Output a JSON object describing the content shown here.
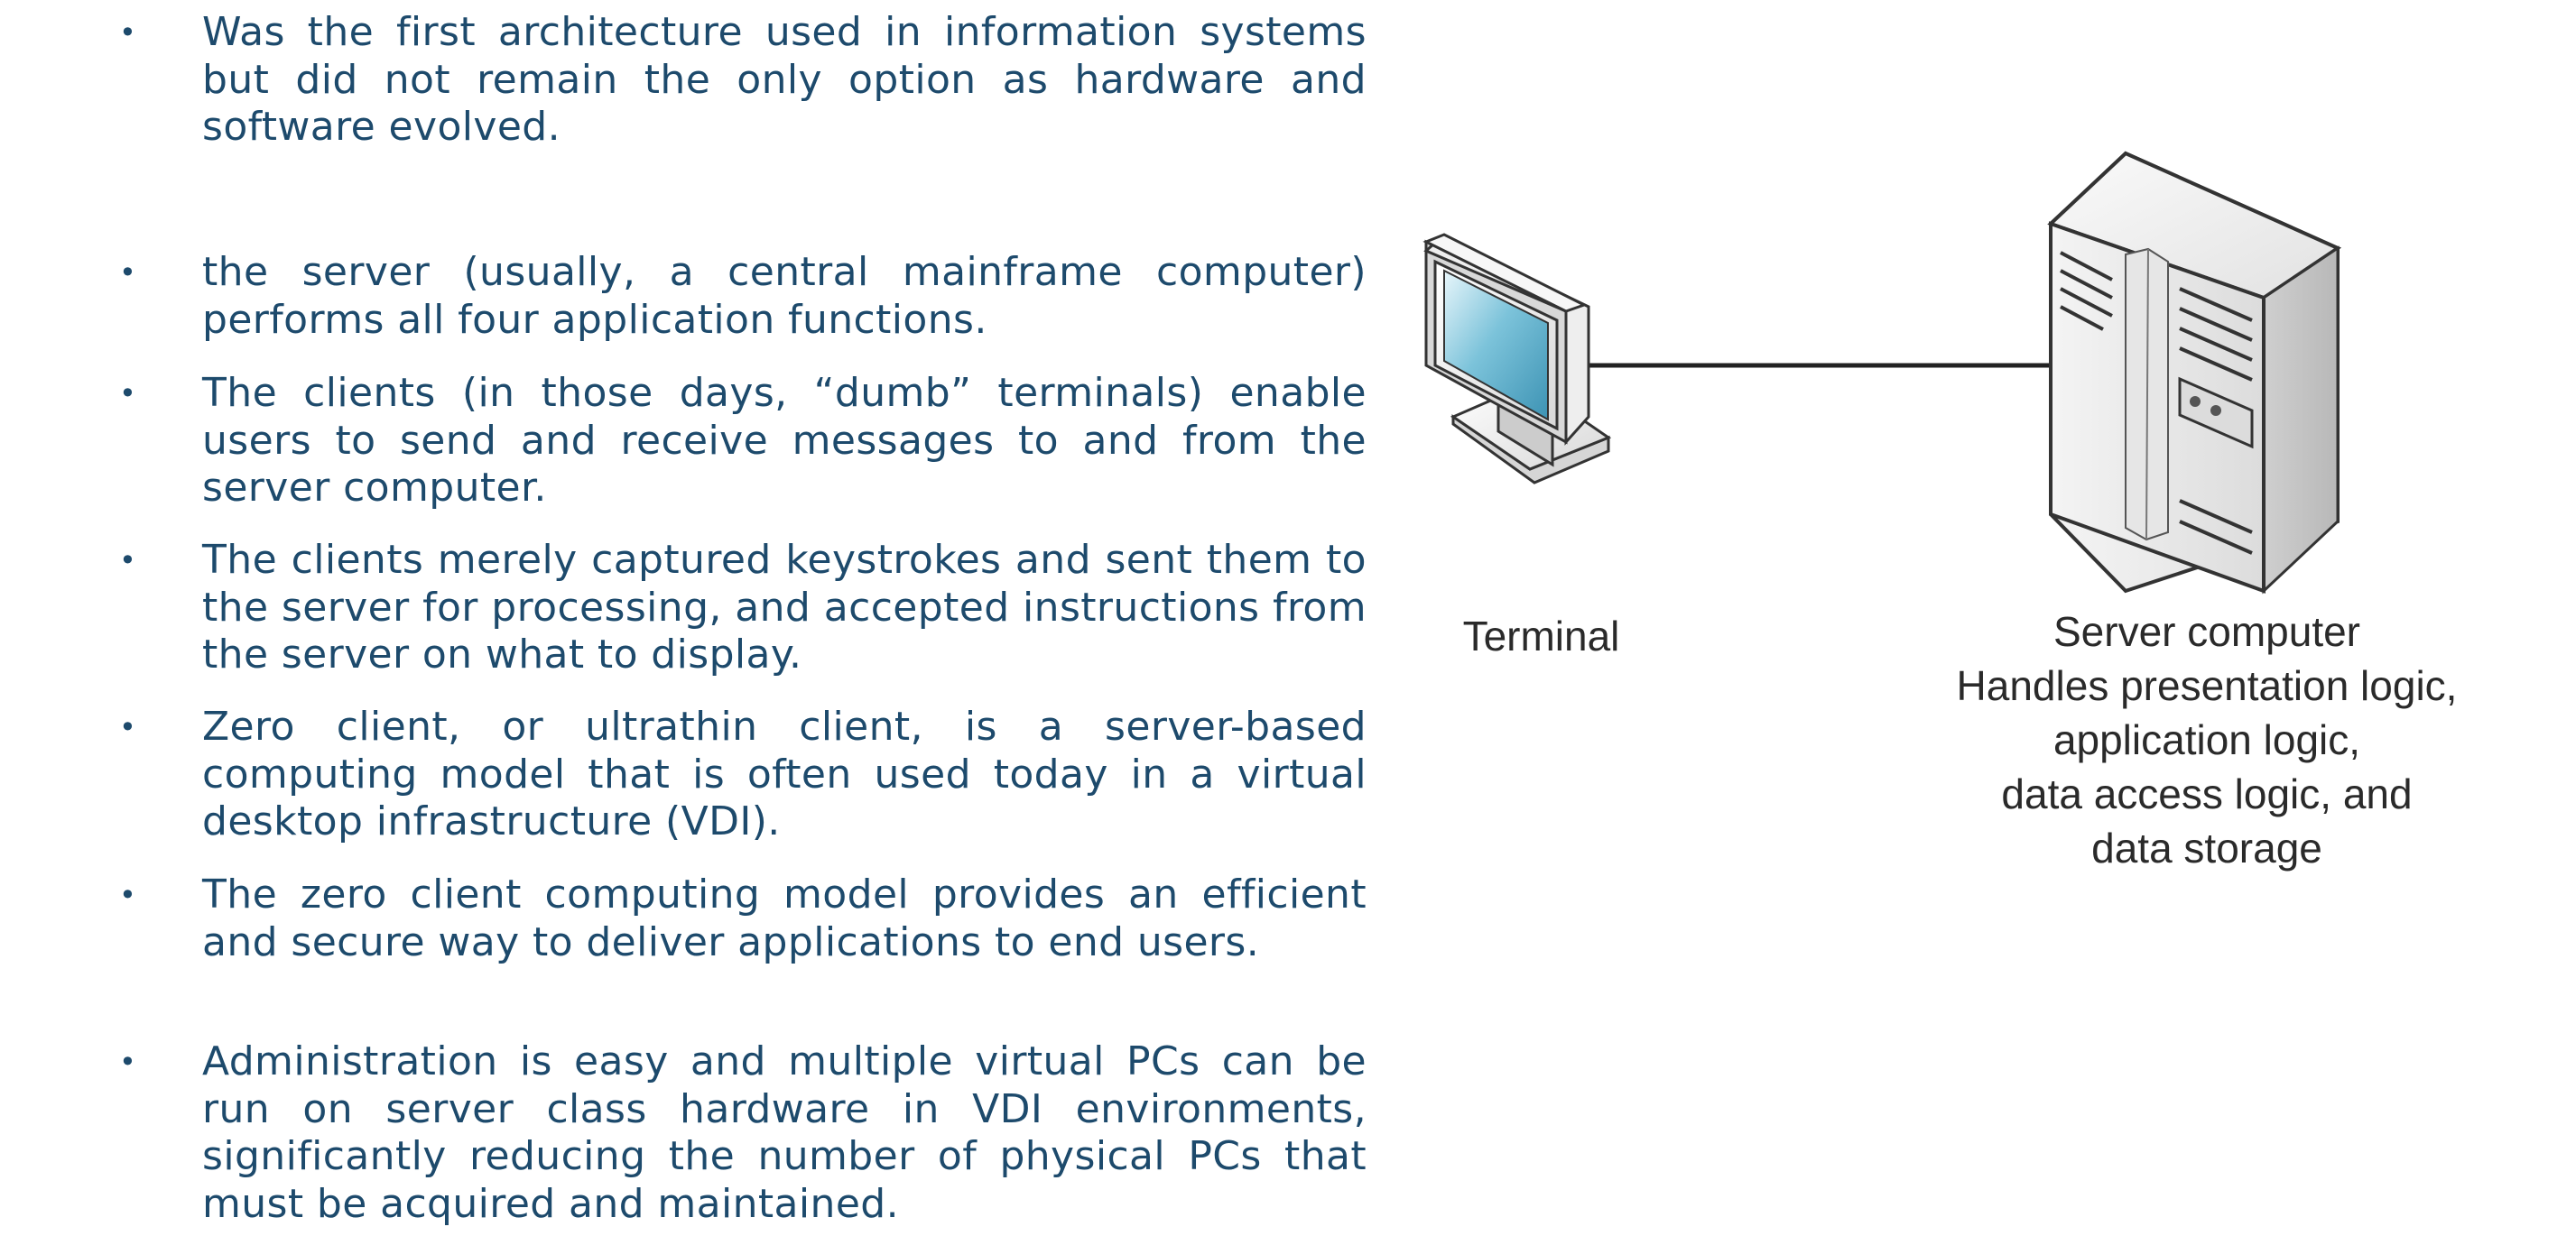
{
  "bullets": [
    "Was the first architecture used in information systems but did not remain the only option as hardware and software evolved.",
    "the server (usually, a central mainframe computer) performs all four application functions.",
    "The clients (in those days, “dumb” terminals) enable users to send and receive messages to and from the server computer.",
    "The clients merely captured keystrokes and sent them to the server for processing, and accepted instructions from the server on what to display.",
    "Zero client, or ultrathin client, is a server-based computing model that is often used today in a virtual desktop infrastructure (VDI).",
    "The zero client computing model provides an efficient and secure way to deliver applications to end users.",
    "Administration is easy and multiple virtual PCs can be run on server class hardware in VDI environments, significantly reducing the number of physical PCs that must be acquired and maintained."
  ],
  "bullet_glyph": "•",
  "diagram": {
    "terminal_label": "Terminal",
    "server_label": "Server computer",
    "server_desc_lines": [
      "Handles presentation logic,",
      "application logic,",
      "data access logic, and",
      "data storage"
    ]
  },
  "colors": {
    "text": "#1d4a6c",
    "screen": "#5aaecb",
    "line": "#222222"
  }
}
